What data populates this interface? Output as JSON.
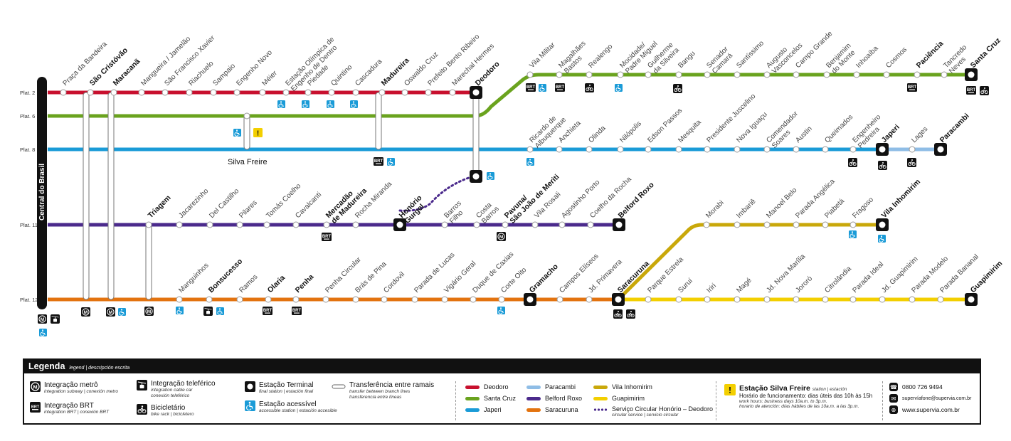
{
  "platforms": [
    "Plat. 2",
    "Plat. 6",
    "Plat. 8",
    "Plat. 11",
    "Plat. 12"
  ],
  "central_label": "Central do Brasil",
  "colors": {
    "deodoro": "#c8102e",
    "santa_cruz": "#6aa31e",
    "japeri": "#1a9bd7",
    "paracambi": "#8fbde6",
    "belford_roxo": "#4b2a8c",
    "saracuruna": "#e3730f",
    "vila_inhomirim": "#c9a80a",
    "guapimirim": "#f3cf00"
  },
  "lines": {
    "deodoro": {
      "stations": [
        "Praça da Bandeira",
        "São Cristóvão",
        "Maracanã",
        "Mangueira / Jamelão",
        "São Francisco Xavier",
        "Riachuelo",
        "Sampaio",
        "Engenho Novo",
        "Méier",
        "Estação Olímpica de Engenho de Dentro",
        "Piedade",
        "Quintino",
        "Cascadura",
        "Madureira",
        "Oswaldo Cruz",
        "Prefeito Bento Ribeiro",
        "Marechal Hermes",
        "Deodoro"
      ]
    },
    "santa_cruz": {
      "stations": [
        "Vila Militar",
        "Magalhães Bastos",
        "Realengo",
        "Mocidade/ Padre Miguel",
        "Guilherme da Silveira",
        "Bangu",
        "Senador Camará",
        "Santíssimo",
        "Augusto Vasconcelos",
        "Campo Grande",
        "Benjamim do Monte",
        "Inhoaíba",
        "Cosmos",
        "Paciência",
        "Tancredo Neves",
        "Santa Cruz"
      ],
      "trunk_station": "Silva Freire"
    },
    "japeri": {
      "stations": [
        "Ricardo de Albuquerque",
        "Anchieta",
        "Olinda",
        "Nilópolis",
        "Edson Passos",
        "Mesquita",
        "Presidente Juscelino",
        "Nova Iguaçu",
        "Comendador Soares",
        "Austin",
        "Queimados",
        "Engenheiro Pedreira",
        "Japeri"
      ]
    },
    "paracambi": {
      "stations": [
        "Lages",
        "Paracambi"
      ]
    },
    "belford_roxo": {
      "stations": [
        "Triagem",
        "Jacarezinho",
        "Del Castilho",
        "Pilares",
        "Tomás Coelho",
        "Cavalcanti",
        "Mercadão de Madureira",
        "Rocha Miranda",
        "Honório Gurgel",
        "Barros Filho",
        "Costa Barros",
        "Pavuna/ São João de Meriti",
        "Vila Rosali",
        "Agostinho Porto",
        "Coelho da Rocha",
        "Belford Roxo"
      ]
    },
    "saracuruna": {
      "stations": [
        "Manguinhos",
        "Bonsucesso",
        "Ramos",
        "Olaria",
        "Penha",
        "Penha Circular",
        "Brás de Pina",
        "Cordovil",
        "Parada de Lucas",
        "Vigário Geral",
        "Duque de Caxias",
        "Corte Oito",
        "Gramacho",
        "Campos Elíseos",
        "Jd. Primavera",
        "Saracuruna"
      ]
    },
    "vila_inhomirim": {
      "stations": [
        "Morabi",
        "Imbariê",
        "Manoel Belo",
        "Parada Angélica",
        "Piabetá",
        "Fragoso",
        "Vila Inhomirim"
      ]
    },
    "guapimirim": {
      "stations": [
        "Parque Estrela",
        "Suruí",
        "Iriri",
        "Magé",
        "Jd. Nova Marília",
        "Jororó",
        "Citrolândia",
        "Parada Ideal",
        "Jd. Guapimirim",
        "Parada Modelo",
        "Parada Bananal",
        "Guapimirim"
      ]
    }
  },
  "badge_text": {
    "brt": "BRT",
    "metro": "M",
    "notice": "!"
  },
  "legend": {
    "title": "Legenda",
    "subtitle": "legend | descripción escrita",
    "items": [
      {
        "icon": "metro-icon",
        "main": "Integração metrô",
        "sub": "integration subway | conexión metro"
      },
      {
        "icon": "brt-icon",
        "main": "Integração BRT",
        "sub": "integration BRT | conexión BRT"
      },
      {
        "icon": "cable-car-icon",
        "main": "Integração teleférico",
        "sub": "integration cable car conexión teleférico"
      },
      {
        "icon": "bicycle-icon",
        "main": "Bicicletário",
        "sub": "bike rack | bicicletero"
      },
      {
        "icon": "terminal-icon",
        "main": "Estação Terminal",
        "sub": "final station | estación final"
      },
      {
        "icon": "accessible-icon",
        "main": "Estação acessível",
        "sub": "accessible station | estación accesible"
      },
      {
        "icon": "transfer-icon",
        "main": "Transferência entre ramais",
        "sub": "transfer between branch lines transferencia entre líneas"
      }
    ],
    "branches": [
      {
        "name": "Deodoro",
        "color": "#c8102e"
      },
      {
        "name": "Santa Cruz",
        "color": "#6aa31e"
      },
      {
        "name": "Japeri",
        "color": "#1a9bd7"
      },
      {
        "name": "Paracambi",
        "color": "#8fbde6"
      },
      {
        "name": "Belford Roxo",
        "color": "#4b2a8c"
      },
      {
        "name": "Saracuruna",
        "color": "#e3730f"
      },
      {
        "name": "Vila Inhomirim",
        "color": "#c9a80a"
      },
      {
        "name": "Guapimirim",
        "color": "#f3cf00"
      }
    ],
    "circular": {
      "main": "Serviço Circular Honório – Deodoro",
      "sub": "circular service | servicio circular"
    },
    "notice": {
      "title": "Estação Silva Freire",
      "title_sub": "station | estación",
      "hours": "Horário de funcionamento: dias úteis das 10h às 15h",
      "hours_en": "work hours: business days 10a.m. to 3p.m.",
      "hours_es": "horario de atención: días hábiles de las 10a.m. a las 3p.m."
    },
    "contacts": {
      "phone": "0800 726 9494",
      "email": "supervíafone@supervia.com.br",
      "web": "www.supervia.com.br"
    }
  }
}
